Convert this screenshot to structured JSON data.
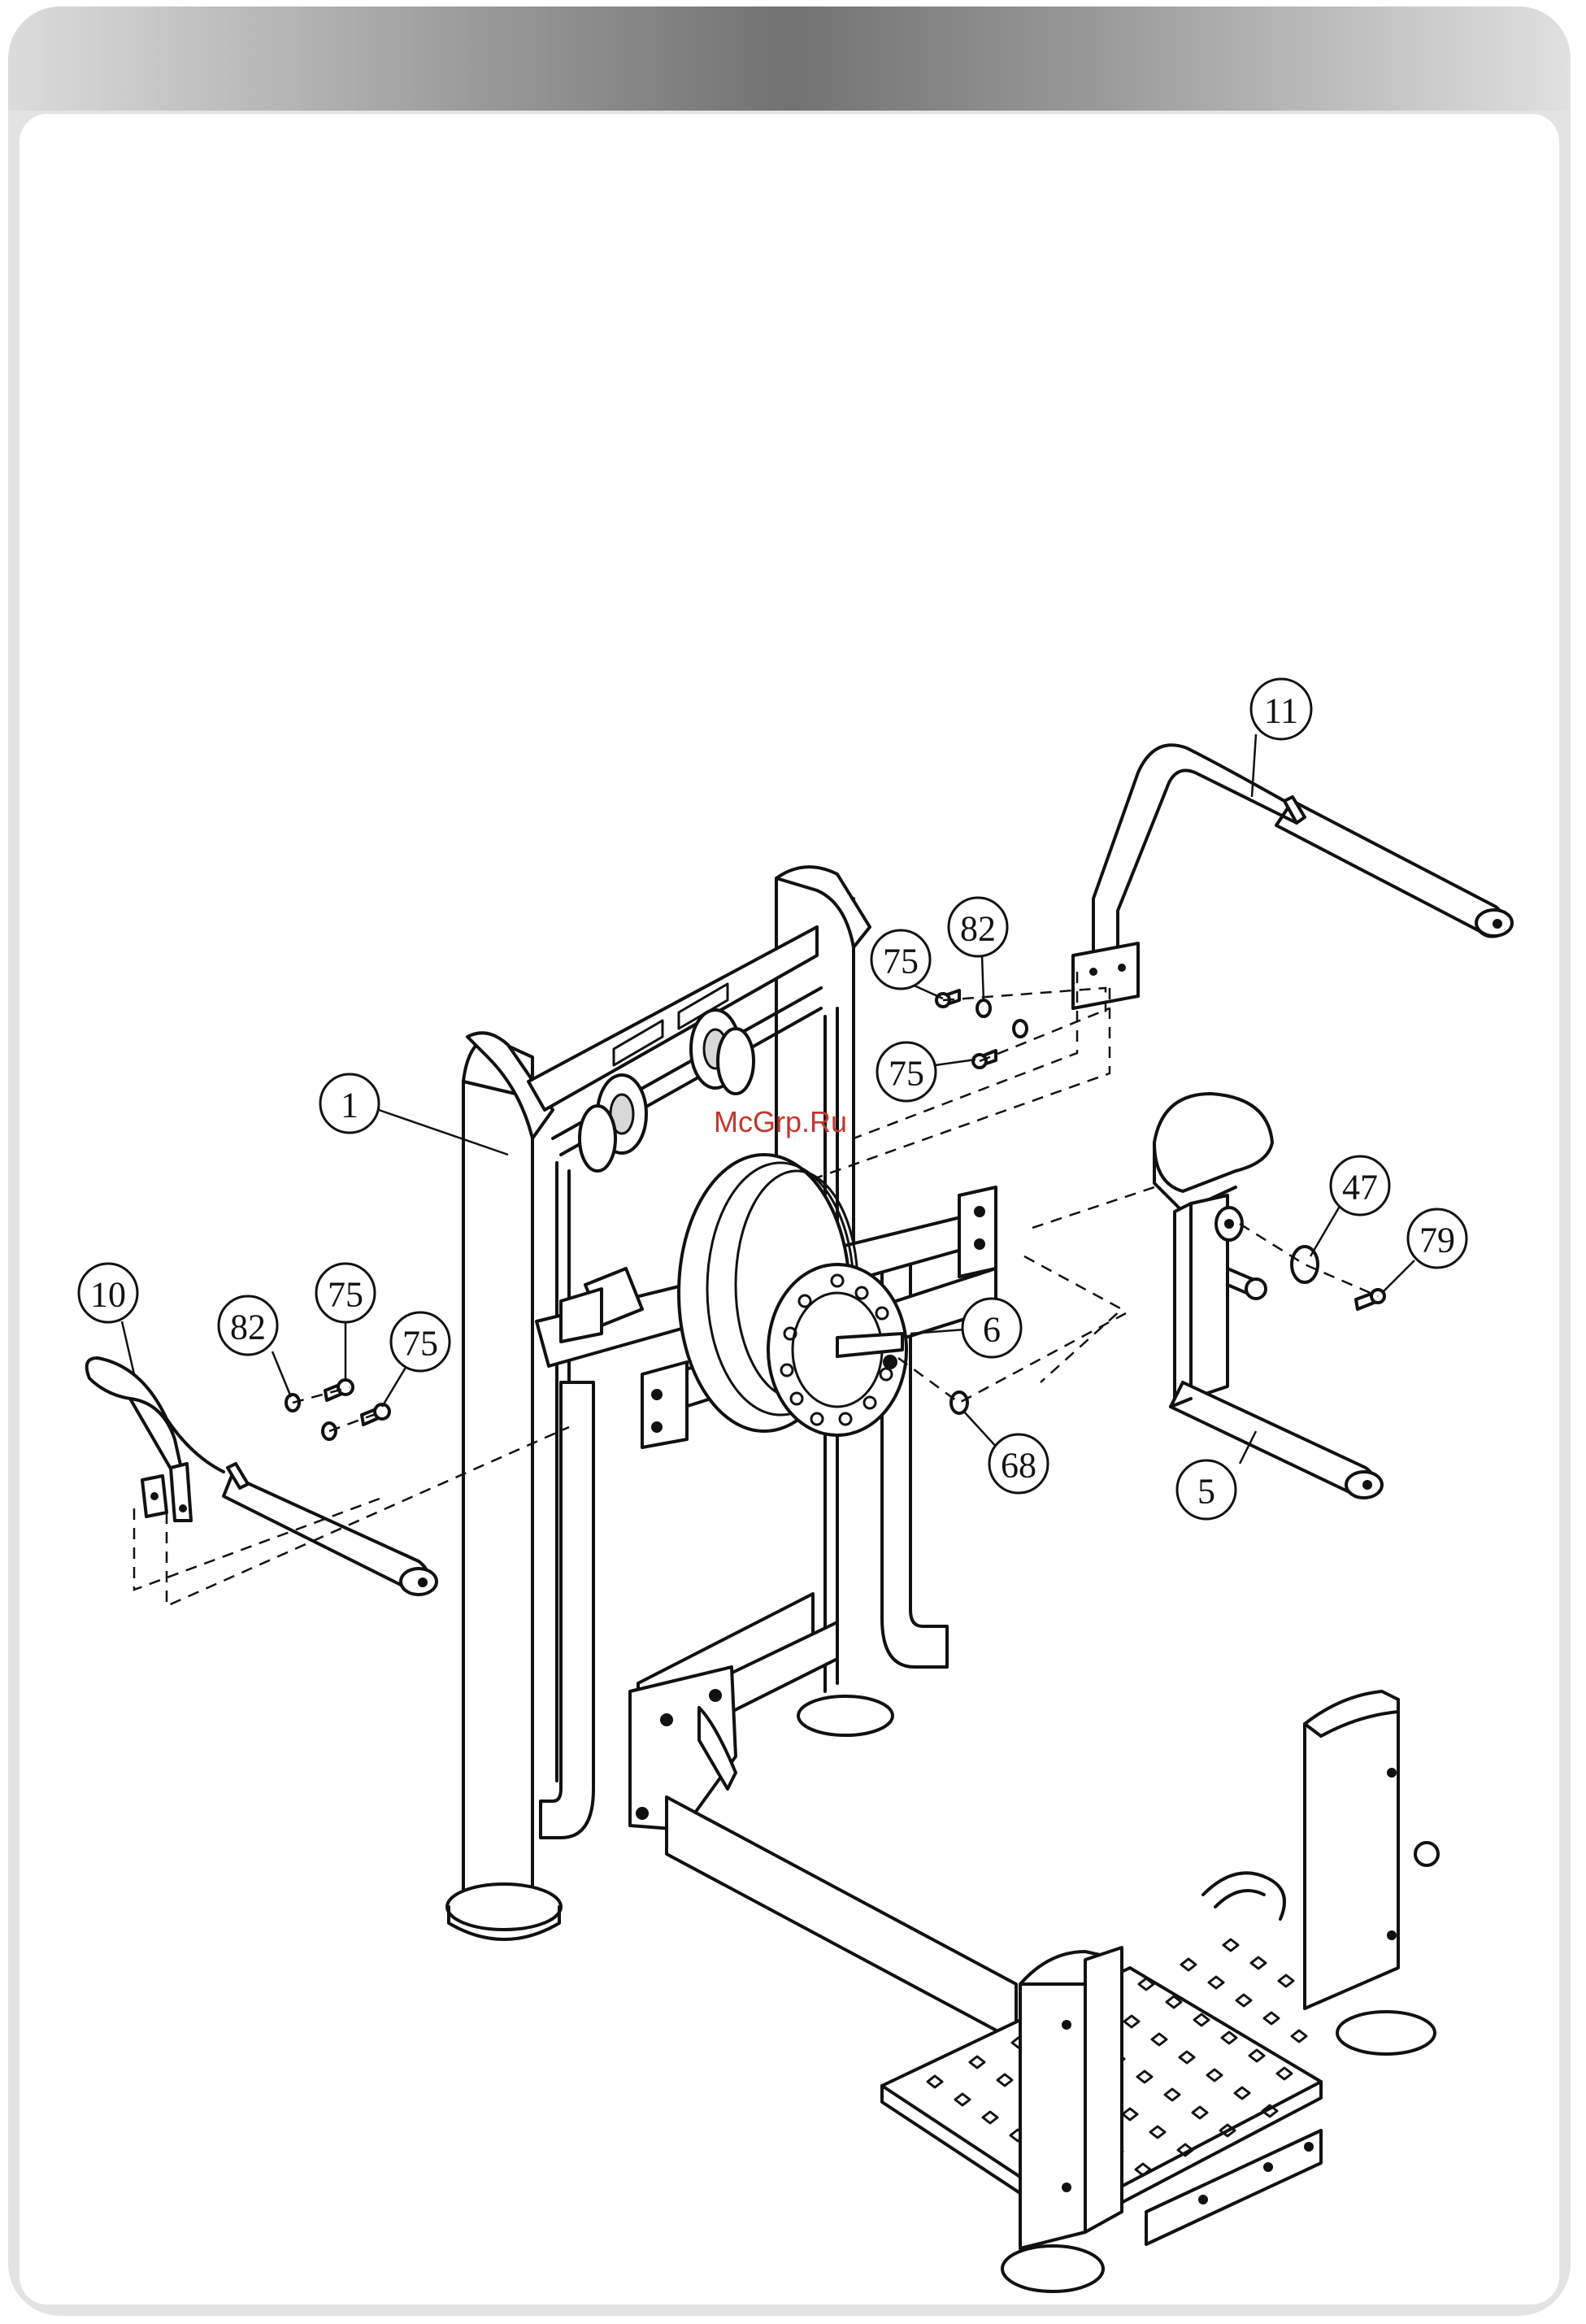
{
  "watermark": {
    "text": "McGrp.Ru",
    "color": "#c0392b"
  },
  "callouts": [
    {
      "id": "frame",
      "label": "1"
    },
    {
      "id": "left-handle",
      "label": "10"
    },
    {
      "id": "right-handle",
      "label": "11"
    },
    {
      "id": "left-washer",
      "label": "82"
    },
    {
      "id": "left-bolt-a",
      "label": "75"
    },
    {
      "id": "left-bolt-b",
      "label": "75"
    },
    {
      "id": "right-bolt-a",
      "label": "75"
    },
    {
      "id": "right-washer",
      "label": "82"
    },
    {
      "id": "right-bolt-b",
      "label": "75"
    },
    {
      "id": "rotation-disc",
      "label": "6"
    },
    {
      "id": "disc-ring",
      "label": "68"
    },
    {
      "id": "knee-pad",
      "label": "5"
    },
    {
      "id": "pad-washer",
      "label": "47"
    },
    {
      "id": "pad-screw",
      "label": "79"
    }
  ],
  "colors": {
    "header_dark": "#727272",
    "header_light": "#dcdcdc",
    "ink": "#111111"
  }
}
